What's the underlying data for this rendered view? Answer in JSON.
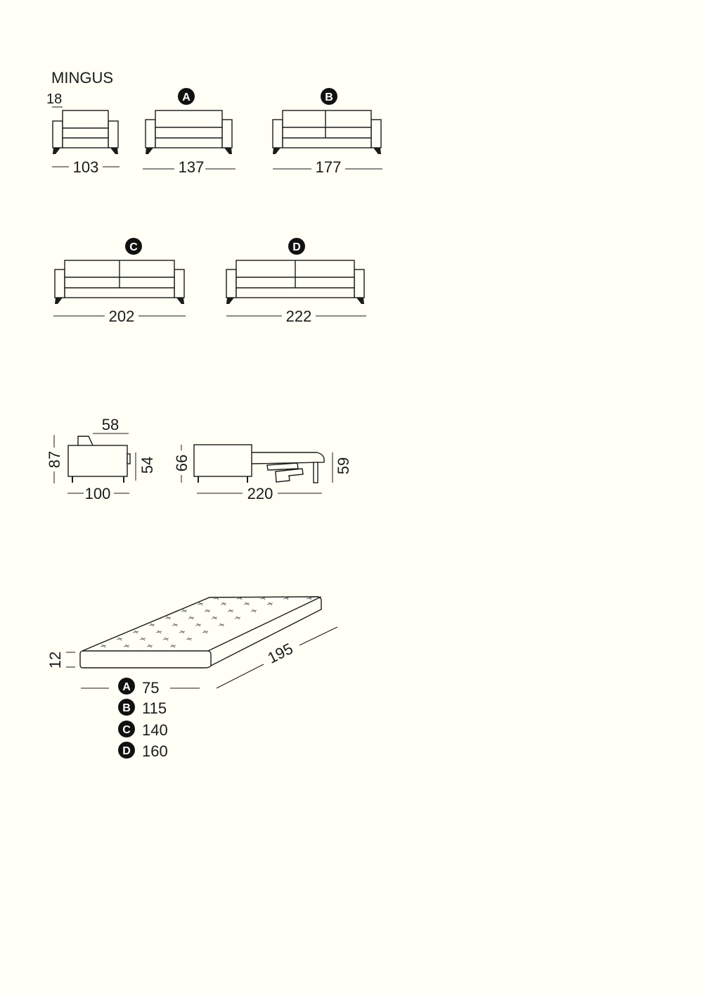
{
  "title": "MINGUS",
  "colors": {
    "background": "#FFFFF5",
    "ink": "#1a1a1a",
    "badge": "#111111"
  },
  "front_views": [
    {
      "id": "armchair",
      "badge": null,
      "width": "103",
      "arm_height": "18"
    },
    {
      "id": "A",
      "badge": "A",
      "width": "137"
    },
    {
      "id": "B",
      "badge": "B",
      "width": "177"
    },
    {
      "id": "C",
      "badge": "C",
      "width": "202"
    },
    {
      "id": "D",
      "badge": "D",
      "width": "222"
    }
  ],
  "side_view": {
    "depth": "100",
    "seat_depth": "58",
    "height": "87",
    "arm_height": "54"
  },
  "bed_view": {
    "length_open": "220",
    "height": "66",
    "bed_height": "59"
  },
  "mattress": {
    "thickness": "12",
    "length": "195",
    "widths": [
      {
        "badge": "A",
        "value": "75"
      },
      {
        "badge": "B",
        "value": "115"
      },
      {
        "badge": "C",
        "value": "140"
      },
      {
        "badge": "D",
        "value": "160"
      }
    ]
  }
}
